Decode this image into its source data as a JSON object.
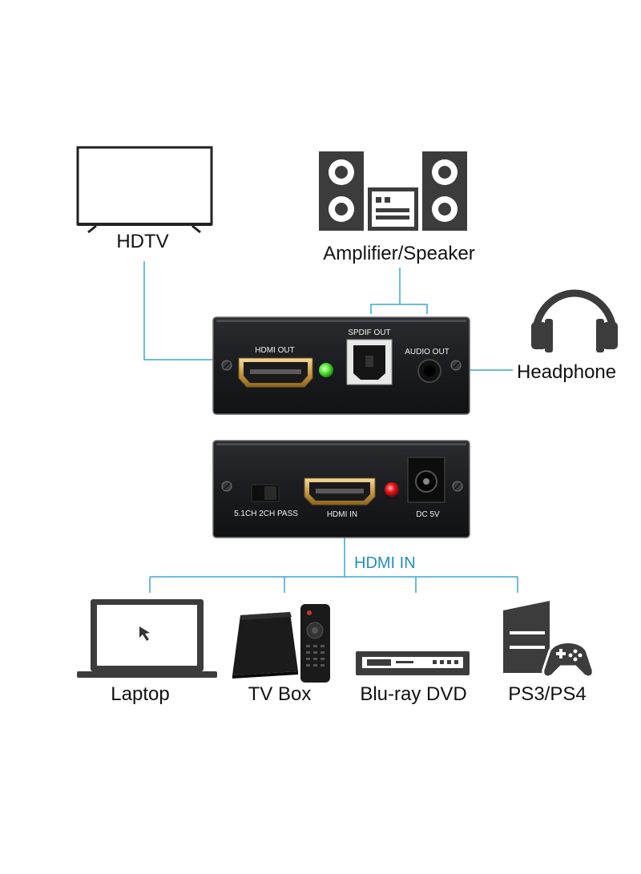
{
  "colors": {
    "connector_line": "#3aa6cf",
    "hdmi_in_text": "#1f8fc4",
    "device_body": "#1d1e21",
    "icon_dark": "#3c3c3c",
    "led_green": "#5eea3a",
    "led_red": "#e3161b"
  },
  "labels": {
    "hdtv": "HDTV",
    "amplifier": "Amplifier/Speaker",
    "headphone": "Headphone",
    "hdmi_in_arrow": "HDMI IN",
    "laptop": "Laptop",
    "tv_box": "TV Box",
    "bluray": "Blu-ray DVD",
    "ps": "PS3/PS4"
  },
  "front_panel": {
    "hdmi_out": "HDMI OUT",
    "spdif_out": "SPDIF OUT",
    "audio_out": "AUDIO OUT"
  },
  "back_panel": {
    "switch": "5.1CH 2CH PASS",
    "hdmi_in": "HDMI IN",
    "dc": "DC 5V"
  },
  "icons": [
    "tv-icon",
    "speaker-system-icon",
    "headphone-icon",
    "laptop-icon",
    "tv-box-icon",
    "remote-icon",
    "bluray-player-icon",
    "game-console-icon",
    "gamepad-icon",
    "cursor-icon"
  ]
}
